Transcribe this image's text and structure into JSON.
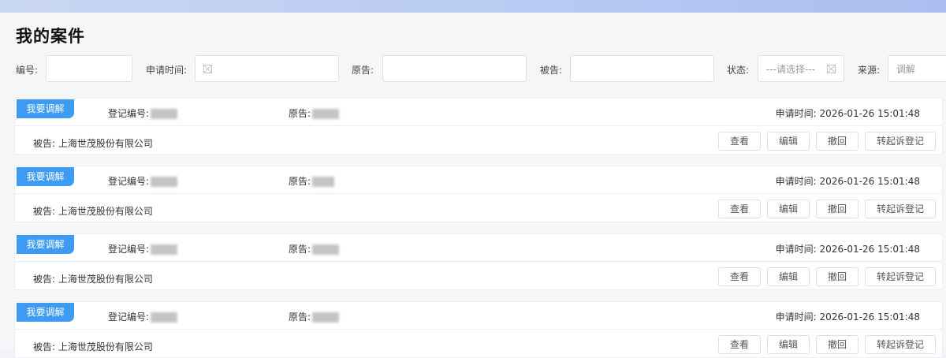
{
  "page_title": "我的案件",
  "filters": {
    "number_label": "编号:",
    "number_value": "",
    "apply_time_label": "申请时间:",
    "plaintiff_label": "原告:",
    "plaintiff_value": "",
    "defendant_label": "被告:",
    "defendant_value": "",
    "status_label": "状态:",
    "status_placeholder": "---请选择---",
    "source_label": "来源:",
    "source_value": "调解"
  },
  "cases": [
    {
      "tag": "我要调解",
      "reg_label": "登记编号:",
      "plaintiff_label": "原告:",
      "apply_time_label": "申请时间:",
      "apply_time": "2026-01-26 15:01:48",
      "defendant_label": "被告:",
      "defendant": "上海世茂股份有限公司",
      "actions": [
        "查看",
        "编辑",
        "撤回",
        "转起诉登记"
      ]
    },
    {
      "tag": "我要调解",
      "reg_label": "登记编号:",
      "plaintiff_label": "原告:",
      "apply_time_label": "申请时间:",
      "apply_time": "2026-01-26 15:01:48",
      "defendant_label": "被告:",
      "defendant": "上海世茂股份有限公司",
      "actions": [
        "查看",
        "编辑",
        "撤回",
        "转起诉登记"
      ]
    },
    {
      "tag": "我要调解",
      "reg_label": "登记编号:",
      "plaintiff_label": "原告:",
      "apply_time_label": "申请时间:",
      "apply_time": "2026-01-26 15:01:48",
      "defendant_label": "被告:",
      "defendant": "上海世茂股份有限公司",
      "actions": [
        "查看",
        "编辑",
        "撤回",
        "转起诉登记"
      ]
    },
    {
      "tag": "我要调解",
      "reg_label": "登记编号:",
      "plaintiff_label": "原告:",
      "apply_time_label": "申请时间:",
      "apply_time": "2026-01-26 15:01:48",
      "defendant_label": "被告:",
      "defendant": "上海世茂股份有限公司",
      "actions": [
        "查看",
        "编辑",
        "撤回",
        "转起诉登记"
      ]
    }
  ]
}
